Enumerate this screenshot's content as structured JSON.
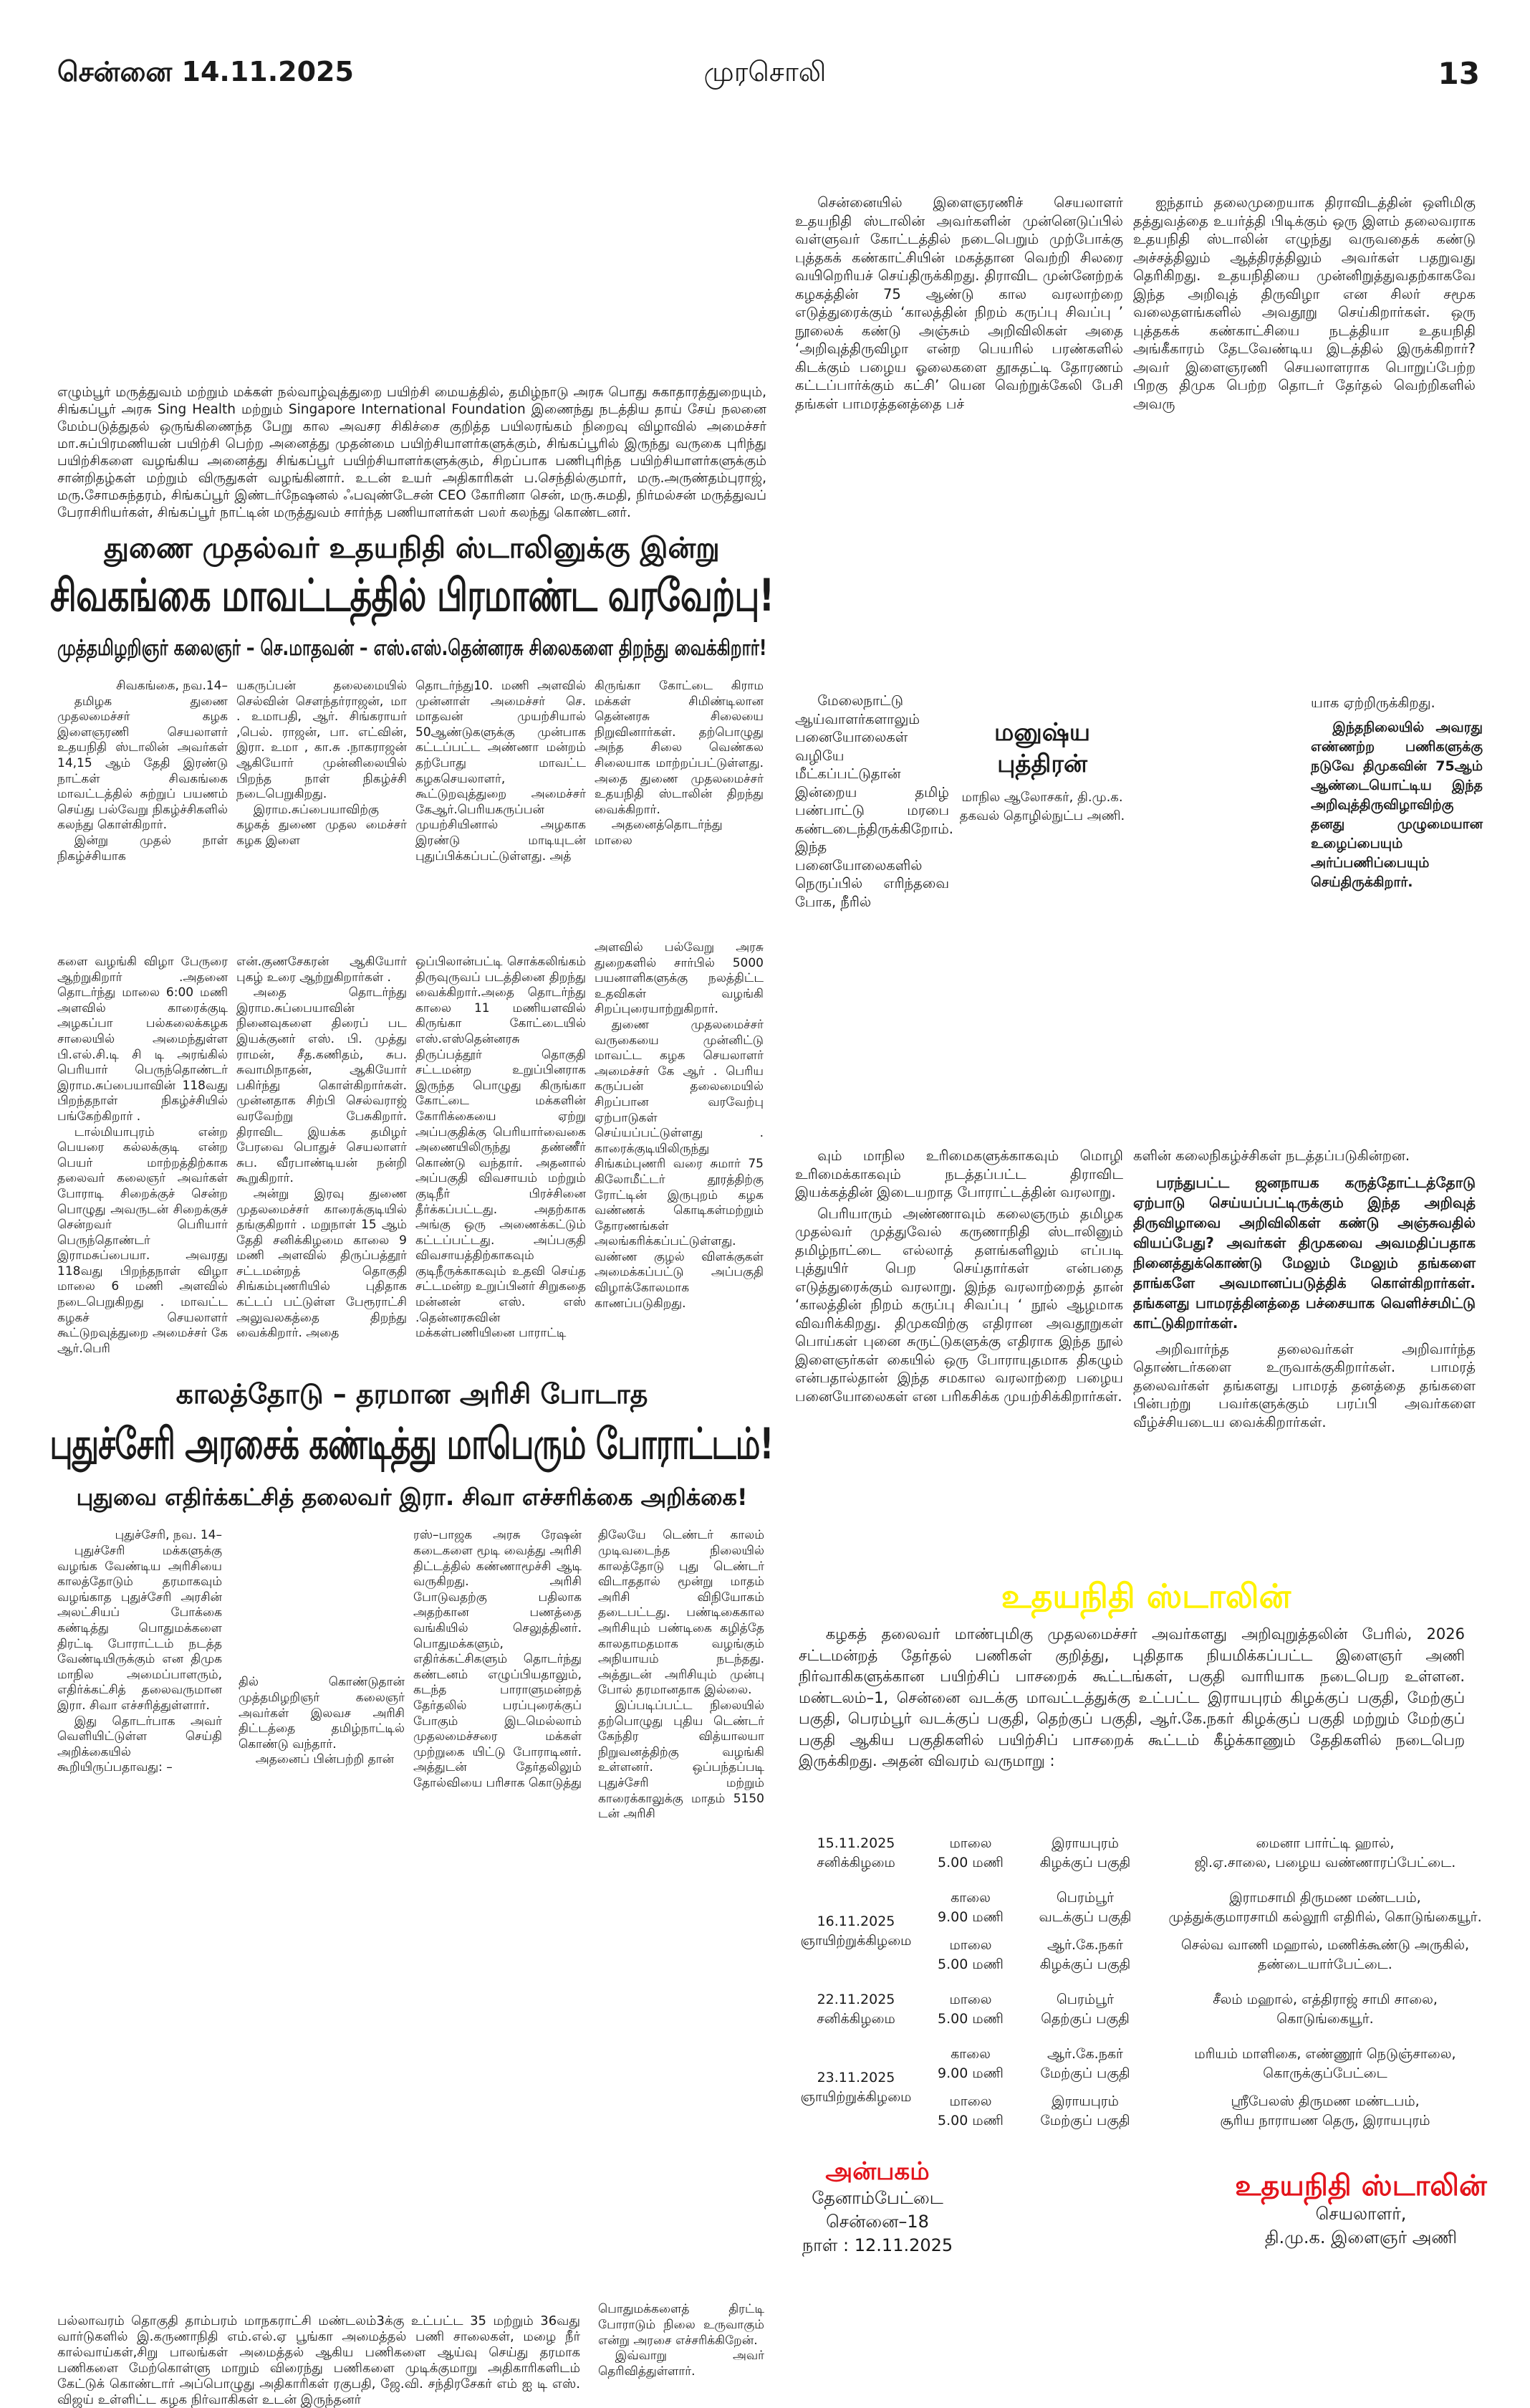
{
  "masthead": {
    "date_line": "சென்னை 14.11.2025",
    "paper_name": "முரசொலி",
    "page_number": "13"
  },
  "photo_caption": "எழும்பூர் மருத்துவம் மற்றும் மக்கள் நல்வாழ்வுத்துறை பயிற்சி மையத்தில், தமிழ்நாடு அரசு பொது சுகாதாரத்துறையும், சிங்கப்பூர் அரசு Sing Health மற்றும் Singapore International Foundation இணைந்து நடத்திய தாய் சேய் நலனை மேம்படுத்துதல் ஒருங்கிணைந்த பேறு கால அவசர சிகிச்சை குறித்த பயிலரங்கம் நிறைவு விழாவில் அமைச்சர் மா.சுப்பிரமணியன் பயிற்சி பெற்ற அனைத்து முதன்மை பயிற்சியாளர்களுக்கும், சிங்கப்பூரில் இருந்து வருகை புரிந்து பயிற்சிகளை வழங்கிய அனைத்து சிங்கப்பூர் பயிற்சியாளர்களுக்கும், சிறப்பாக பணிபுரிந்த பயிற்சியாளர்களுக்கும் சான்றிதழ்கள் மற்றும் விருதுகள் வழங்கினார். உடன் உயர் அதிகாரிகள் ப.செந்தில்குமார், மரு.அருண்தம்புராஜ், மரு.சோமசுந்தரம், சிங்கப்பூர் இண்டர்நேஷனல் ஃபவுண்டேசன் CEO கோரினா சென், மரு.சுமதி, நிர்மல்சன் மருத்துவப் பேராசிரியர்கள், சிங்கப்பூர் நாட்டின் மருத்துவம் சார்ந்த பணியாளர்கள் பலர் கலந்து கொண்டனர்.",
  "story1": {
    "kicker": "துணை முதல்வர் உதயநிதி ஸ்டாலினுக்கு இன்று",
    "headline": "சிவகங்கை மாவட்டத்தில் பிரமாண்ட வரவேற்பு!",
    "subheadline": "முத்தமிழறிஞர் கலைஞர் – செ.மாதவன் – எஸ்.எஸ்.தென்னரசு சிலைகளை திறந்து வைக்கிறார்!",
    "col1_top": [
      "சிவகங்கை, நவ.14–",
      "தமிழக துணை முதலமைச்சர் கழக இளைஞரணி செயலாளர் உதயநிதி ஸ்டாலின் அவர்கள் 14,15 ஆம் தேதி இரண்டு நாட்கள் சிவகங்கை மாவட்டத்தில் சுற்றுப் பயணம் செய்து பல்வேறு நிகழ்ச்சிகளில் கலந்து கொள்கிறார்.",
      "இன்று முதல் நாள் நிகழ்ச்சியாக"
    ],
    "col1_bottom": [
      "களை வழங்கி விழா பேருரை ஆற்றுகிறார் .அதனை தொடர்ந்து மாலை 6:00 மணி அளவில் காரைக்குடி அழகப்பா பல்கலைக்கழக சாலையில் அமைந்துள்ள பி.எல்.சி.டி சி டி அரங்கில் பெரியார் பெருந்தொண்டர் இராம.சுப்பையாவின் 118வது பிறந்தநாள் நிகழ்ச்சியில் பங்கேற்கிறார் .",
      "டால்மியாபுரம் என்ற பெயரை கல்லக்குடி என்ற பெயர் மாற்றத்திற்காக தலைவர் கலைஞர் அவர்கள் போராடி சிறைக்குச் சென்ற பொழுது அவருடன் சிறைக்குச் சென்றவர் பெரியார் பெருந்தொண்டர் இராமசுப்பையா. அவரது 118வது பிறந்தநாள் விழா மாலை 6 மணி அளவில் நடைபெறுகிறது . மாவட்ட கழகச் செயலாளர் கூட்டுறவுத்துறை அமைச்சர் கே ஆர்.பெரி"
    ],
    "col2_top": [
      "யகருப்பன் தலைமையில் செல்வின் சௌந்தர்ராஜன், மா . உமாபதி, ஆர். சிங்கராயர் ,பெல். ராஜன், பா. எட்வின், இரா. உமா , கா.சு .நாகராஜன் ஆகியோர் முன்னிலையில் பிறந்த நாள் நிகழ்ச்சி நடைபெறுகிறது.",
      "இராம.சுப்பையாவிற்கு கழகத் துணை முதல மைச்சர் கழக இளை"
    ],
    "col2_bottom": [
      "என்.குணசேகரன் ஆகியோர் புகழ் உரை ஆற்றுகிறார்கள் .",
      "அதை தொடர்ந்து இராம.சுப்பையாவின் நினைவுகளை திரைப் பட இயக்குனர் எஸ். பி. முத்து ராமன், சீத.கணிதம், சுப. சுவாமிநாதன், ஆகியோர் பகிர்ந்து கொள்கிறார்கள். முன்னதாக சிற்பி செல்வராஜ் வரவேற்று பேசுகிறார். திராவிட இயக்க தமிழர் பேரவை பொதுச் செயலாளர் சுப. வீரபாண்டியன் நன்றி கூறுகிறார்.",
      "அன்று இரவு துணை முதலமைச்சர் காரைக்குடியில் தங்குகிறார் . மறுநாள் 15 ஆம் தேதி சனிக்கிழமை காலை 9 மணி அளவில் திருப்பத்தூர் சட்டமன்றத் தொகுதி சிங்கம்புணரியில் புதிதாக கட்டப் பட்டுள்ள பேரூராட்சி அலுவலகத்தை திறந்து வைக்கிறார். அதை"
    ],
    "col3_top": [
      "தொடர்ந்து10. மணி அளவில் முன்னாள் அமைச்சர் செ. மாதவன் முயற்சியால் 50ஆண்டுகளுக்கு முன்பாக கட்டப்பட்ட அண்ணா மன்றம் தற்போது மாவட்ட கழகசெயலாளர், கூட்டுறவுத்துறை அமைச்சர் கேஆர்.பெரியகருப்பன் முயற்சியினால் அழகாக இரண்டு மாடியுடன் புதுப்பிக்கப்பட்டுள்ளது. அத்"
    ],
    "col3_bottom": [
      "ஒப்பிலான்பட்டி சொக்கலிங்கம் திருவுருவப் படத்தினை திறந்து வைக்கிறார்.அதை தொடர்ந்து காலை 11 மணியளவில் கிருங்கா கோட்டையில் எஸ்.எஸ்தென்னரசு திருப்பத்தூர் தொகுதி சட்டமன்ற உறுப்பினராக இருந்த பொழுது கிருங்கா கோட்டை மக்களின் கோரிக்கையை ஏற்று அப்பகுதிக்கு பெரியார்வைகை அணையிலிருந்து தண்ணீர் கொண்டு வந்தார். அதனால் அப்பகுதி விவசாயம் மற்றும் குடிநீர் பிரச்சினை தீர்க்கப்பட்டது. அதற்காக அங்கு ஒரு அணைக்கட்டும் கட்டப்பட்டது. அப்பகுதி விவசாயத்திற்காகவும் குடிநீருக்காகவும் உதவி செய்த சட்டமன்ற உறுப்பினர் சிறுகதை மன்னன் எஸ். எஸ் .தென்னரசுவின் மக்கள்பணியினை பாராட்டி"
    ],
    "col4_top": [
      "கிருங்கா கோட்டை கிராம மக்கள் சிமிண்டிலான தென்னரசு சிலையை நிறுவினார்கள். தற்பொழுது அந்த சிலை வெண்கல சிலையாக மாற்றப்பட்டுள்ளது. அதை துணை முதலமைச்சர் உதயநிதி ஸ்டாலின் திறந்து வைக்கிறார்.",
      "அதனைத்தொடர்ந்து மாலை"
    ],
    "col4_bottom": [
      "அளவில் பல்வேறு அரசு துறைகளில் சார்பில் 5000 பயனாளிகளுக்கு நலத்திட்ட உதவிகள் வழங்கி சிறப்புரையாற்றுகிறார்.",
      "துணை முதலமைச்சர் வருகையை முன்னிட்டு மாவட்ட கழக செயலாளர் அமைச்சர் கே ஆர் . பெரிய கருப்பன் தலைமையில் சிறப்பான வரவேற்பு ஏற்பாடுகள் செய்யப்பட்டுள்ளது . காரைக்குடியிலிருந்து சிங்கம்புணரி வரை சுமார் 75 கிலோமீட்டர் தூரத்திற்கு ரோட்டின் இருபுறம் கழக வண்ணக் கொடிகள்மற்றும் தோரணங்கள் அலங்கரிக்கப்பட்டுள்ளது. வண்ண குழல் விளக்குகள் அமைக்கப்பட்டு அப்பகுதி விழாக்கோலமாக காணப்படுகிறது."
    ]
  },
  "story2": {
    "kicker": "காலத்தோடு – தரமான அரிசி போடாத",
    "headline": "புதுச்சேரி அரசைக் கண்டித்து மாபெரும் போராட்டம்!",
    "subheadline": "புதுவை எதிர்க்கட்சித் தலைவர் இரா. சிவா எச்சரிக்கை அறிக்கை!",
    "dateline": "புதுச்சேரி, நவ. 14–",
    "col1": [
      "புதுச்சேரி மக்களுக்கு வழங்க வேண்டிய அரிசியை காலத்தோடும் தரமாகவும் வழங்காத புதுச்சேரி அரசின் அலட்சியப் போக்கை கண்டித்து பொதுமக்களை திரட்டி போராட்டம் நடத்த வேண்டியிருக்கும் என திமுக மாநில அமைப்பாளரும், எதிர்க்கட்சித் தலைவருமான இரா. சிவா எச்சரித்துள்ளார்.",
      "இது தொடர்பாக அவர் வெளியிட்டுள்ள செய்தி அறிக்கையில் கூறியிருப்பதாவது: –"
    ],
    "col2": [
      "தில் கொண்டுதான் முத்தமிழறிஞர் கலைஞர் அவர்கள் இலவச அரிசி திட்டத்தை தமிழ்நாட்டில் கொண்டு வந்தார்.",
      "அதனைப் பின்பற்றி தான்"
    ],
    "col3": [
      "ரஸ்–பாஜக அரசு ரேஷன் கடைகளை மூடி வைத்து அரிசி திட்டத்தில் கண்ணாமூச்சி ஆடி வருகிறது. அரிசி போடுவதற்கு பதிலாக அதற்கான பணத்தை வங்கியில் செலுத்தினர். பொதுமக்களும், எதிர்க்கட்சிகளும் தொடர்ந்து கண்டனம் எழுப்பியதாலும், கடந்த பாராளுமன்றத் தேர்தலில் பரப்புரைக்குப் போகும் இடமெல்லாம் முதலமைச்சரை மக்கள் முற்றுகை யிட்டு போராடினர். அத்துடன் தேர்தலிலும் தோல்வியை பரிசாக கொடுத்து"
    ],
    "col4": [
      "திலேயே டெண்டர் காலம் முடிவடைந்த நிலையில் காலத்தோடு புது டெண்டர் விடாததால் மூன்று மாதம் அரிசி விநியோகம் தடைபட்டது. பண்டிகைகால அரிசியும் பண்டிகை கழித்தே காலதாமதமாக வழங்கும் அநியாயம் நடந்தது. அத்துடன் அரிசியும் முன்பு போல் தரமானதாக இல்லை.",
      "இப்படிப்பட்ட நிலையில் தற்பொழுது புதிய டெண்டர் கேந்திர வித்யாலயா நிறுவனத்திற்கு வழங்கி உள்ளனர். ஒப்பந்தப்படி புதுச்சேரி மற்றும் காரைக்காலுக்கு மாதம் 5150 டன் அரிசி"
    ],
    "col4_end": [
      "பொதுமக்களைத் திரட்டி போராடும் நிலை உருவாகும் என்று அரசை எச்சரிக்கிறேன்.",
      "இவ்வாறு அவர் தெரிவித்துள்ளார்."
    ]
  },
  "bottom_caption": "பல்லாவரம் தொகுதி தாம்பரம் மாநகராட்சி மண்டலம்3க்கு உட்பட்ட 35 மற்றும் 36வது வார்டுகளில் இ.கருணாநிதி எம்.எல்.ஏ பூங்கா அமைத்தல் பணி சாலைகள், மழை நீர் கால்வாய்கள்,சிறு பாலங்கள் அமைத்தல் ஆகிய பணிகளை ஆய்வு செய்து தரமாக பணிகளை மேற்கொள்ளு மாறும் விரைந்து பணிகளை முடிக்குமாறு அதிகாரிகளிடம் கேட்டுக் கொண்டார் அப்பொழுது அதிகாரிகள் ரகுபதி, ஜே.வி. சந்திரசேகர் எம் ஐ டி எஸ். விஜய் உள்ளிட்ட கழக நிர்வாகிகள் உடன் இருந்தனர்",
  "article": {
    "colA_top": [
      "சென்னையில் இளைஞரணிச் செயலாளர் உதயநிதி ஸ்டாலின் அவர்களின் முன்னெடுப்பில் வள்ளுவர் கோட்டத்தில் நடைபெறும் முற்போக்கு புத்தகக் கண்காட்சியின் மகத்தான வெற்றி சிலரை வயிறெரியச் செய்திருக்கிறது. திராவிட முன்னேற்றக் கழகத்தின் 75 ஆண்டு கால வரலாற்றை எடுத்துரைக்கும் ‘காலத்தின் நிறம் கருப்பு சிவப்பு ’ நூலைக் கண்டு அஞ்சும் அறிவிலிகள் அதை ‘அறிவுத்திருவிழா என்ற பெயரில் பரண்களில் கிடக்கும் பழைய ஓலைகளை தூசுதட்டி தோரணம் கட்டப்பார்க்கும் கட்சி’ யென வெற்றுக்கேலி பேசி தங்கள் பாமரத்தனத்தை பச்"
    ],
    "colA_narrow": [
      "மேலைநாட்டு ஆய்வாளர்களாலும் பனையோலைகள் வழியே மீட்கப்பட்டுதான் இன்றைய தமிழ் பண்பாட்டு மரபை கண்டடைந்திருக்கிறோம். இந்த பனையோலைகளில் நெருப்பில் எரிந்தவை போக, நீரில்"
    ],
    "colA_bottom": [
      "வும் மாநில உரிமைகளுக்காகவும் மொழி உரிமைக்காகவும் நடத்தப்பட்ட திராவிட இயக்கத்தின் இடையறாத போராட்டத்தின் வரலாறு.",
      "பெரியாரும் அண்ணாவும் கலைஞரும் தமிழக முதல்வர் முத்துவேல் கருணாநிதி ஸ்டாலினும் தமிழ்நாட்டை எல்லாத் தளங்களிலும் எப்படி புத்துயிர் பெற செய்தார்கள் என்பதை எடுத்துரைக்கும் வரலாறு. இந்த வரலாற்றைத் தான் ‘காலத்தின் நிறம் கருப்பு சிவப்பு ‘ நூல் ஆழமாக விவரிக்கிறது. திமுகவிற்கு எதிரான அவதூறுகள் பொய்கள் புனை சுருட்டுகளுக்கு எதிராக இந்த நூல் இளைஞர்கள் கையில் ஒரு போராயுதமாக திகழும் என்பதால்தான் இந்த சமகால வரலாற்றை பழைய பனையோலைகள் என பரிகசிக்க முயற்சிக்கிறார்கள்."
    ],
    "byline": {
      "name": "மனுஷ்ய புத்திரன்",
      "role": "மாநில ஆலோசகர், தி.மு.க.",
      "wing": "தகவல் தொழில்நுட்ப அணி."
    },
    "colB_top": [
      "ஐந்தாம் தலைமுறையாக திராவிடத்தின் ஒளிமிகு தத்துவத்தை உயர்த்தி பிடிக்கும் ஒரு இளம் தலைவராக உதயநிதி ஸ்டாலின் எழுந்து வருவதைக் கண்டு அச்சத்திலும் ஆத்திரத்திலும் அவர்கள் பதறுவது தெரிகிறது. உதயநிதியை முன்னிறுத்துவதற்காகவே இந்த அறிவுத் திருவிழா என சிலர் சமூக வலைதளங்களில் அவதூறு செய்கிறார்கள். ஒரு புத்தகக் கண்காட்சியை நடத்தியா உதயநிதி அங்கீகாரம் தேடவேண்டிய இடத்தில் இருக்கிறார்? அவர் இளைஞரணி செயலாளராக பொறுப்பேற்ற பிறகு திமுக பெற்ற தொடர் தேர்தல் வெற்றிகளில் அவரு"
    ],
    "colB_mid_end": "யாக ஏற்றிருக்கிறது.",
    "colB_bold1": "இந்தநிலையில் அவரது எண்ணற்ற பணிகளுக்கு நடுவே திமுகவின் 75ஆம் ஆண்டையொட்டிய இந்த அறிவுத்திருவிழாவிற்கு தனது முழுமையான உழைப்பையும் அர்ப்பணிப்பையும் செய்திருக்கிறார்.",
    "colB_mid2_end": "களின் கலைநிகழ்ச்சிகள் நடத்தப்படுகின்றன.",
    "colB_bold2": "பரந்துபட்ட ஜனநாயக கருத்தோட்டத்தோடு ஏற்பாடு செய்யப்பட்டிருக்கும் இந்த அறிவுத் திருவிழாவை அறிவிலிகள் கண்டு அஞ்சுவதில் வியப்பேது? அவர்கள் திமுகவை அவமதிப்பதாக நினைத்துக்கொண்டு மேலும் மேலும் தங்களை தாங்களே அவமானப்படுத்திக் கொள்கிறார்கள். தங்களது பாமரத்தினத்தை பச்சையாக வெளிச்சமிட்டு காட்டுகிறார்கள்.",
    "colB_last": "அறிவார்ந்த தலைவர்கள் அறிவார்ந்த தொண்டர்களை உருவாக்குகிறார்கள். பாமரத் தலைவர்கள் தங்களது பாமரத் தனத்தை தங்களை பின்பற்று பவர்களுக்கும் பரப்பி அவர்களை வீழ்ச்சியடைய வைக்கிறார்கள்."
  },
  "notice": {
    "title": "உதயநிதி ஸ்டாலின்",
    "title_color": "#FFF200",
    "body": "கழகத் தலைவர் மாண்புமிகு முதலமைச்சர் அவர்களது அறிவுறுத்தலின் பேரில், 2026 சட்டமன்றத் தேர்தல் பணிகள் குறித்து, புதிதாக நியமிக்கப்பட்ட இளைஞர் அணி நிர்வாகிகளுக்கான பயிற்சிப் பாசறைக் கூட்டங்கள், பகுதி வாரியாக நடைபெற உள்ளன. மண்டலம்–1, சென்னை வடக்கு மாவட்டத்துக்கு உட்பட்ட இராயபுரம் கிழக்குப் பகுதி, மேற்குப் பகுதி, பெரம்பூர் வடக்குப் பகுதி, தெற்குப் பகுதி, ஆர்.கே.நகர் கிழக்குப் பகுதி மற்றும் மேற்குப் பகுதி ஆகிய பகுதிகளில் பயிற்சிப் பாசறைக் கூட்டம் கீழ்க்காணும் தேதிகளில் நடைபெற இருக்கிறது. அதன் விவரம் வருமாறு :",
    "schedule": [
      {
        "date": "15.11.2025",
        "day": "சனிக்கிழமை",
        "sessions": [
          {
            "period": "மாலை",
            "time": "5.00 மணி",
            "area": "இராயபுரம்",
            "part": "கிழக்குப் பகுதி",
            "venue1": "மைனா பார்ட்டி ஹால்,",
            "venue2": "ஜி.ஏ.சாலை, பழைய வண்ணாரப்பேட்டை."
          }
        ]
      },
      {
        "date": "16.11.2025",
        "day": "ஞாயிற்றுக்கிழமை",
        "sessions": [
          {
            "period": "காலை",
            "time": "9.00 மணி",
            "area": "பெரம்பூர்",
            "part": "வடக்குப் பகுதி",
            "venue1": "இராமசாமி திருமண மண்டபம்,",
            "venue2": "முத்துக்குமாரசாமி கல்லூரி எதிரில், கொடுங்கையூர்."
          },
          {
            "period": "மாலை",
            "time": "5.00 மணி",
            "area": "ஆர்.கே.நகர்",
            "part": "கிழக்குப் பகுதி",
            "venue1": "செல்வ வாணி மஹால், மணிக்கூண்டு அருகில்,",
            "venue2": "தண்டையார்பேட்டை."
          }
        ]
      },
      {
        "date": "22.11.2025",
        "day": "சனிக்கிழமை",
        "sessions": [
          {
            "period": "மாலை",
            "time": "5.00 மணி",
            "area": "பெரம்பூர்",
            "part": "தெற்குப் பகுதி",
            "venue1": "சீலம் மஹால், எத்திராஜ் சாமி சாலை,",
            "venue2": "கொடுங்கையூர்."
          }
        ]
      },
      {
        "date": "23.11.2025",
        "day": "ஞாயிற்றுக்கிழமை",
        "sessions": [
          {
            "period": "காலை",
            "time": "9.00 மணி",
            "area": "ஆர்.கே.நகர்",
            "part": "மேற்குப் பகுதி",
            "venue1": "மரியம் மாளிகை, எண்ணூர் நெடுஞ்சாலை,",
            "venue2": "கொருக்குப்பேட்டை"
          },
          {
            "period": "மாலை",
            "time": "5.00 மணி",
            "area": "இராயபுரம்",
            "part": "மேற்குப் பகுதி",
            "venue1": "ஸ்ரீபேலஸ் திருமண மண்டபம்,",
            "venue2": "சூரிய நாராயண தெரு, இராயபுரம்"
          }
        ]
      }
    ],
    "from": {
      "name": "அன்பகம்",
      "line1": "தேனாம்பேட்டை",
      "line2": "சென்னை–18",
      "date": "நாள் : 12.11.2025"
    },
    "signatory": {
      "name": "உதயநிதி ஸ்டாலின்",
      "title": "செயலாளர்,",
      "org": "தி.மு.க. இளைஞர் அணி"
    },
    "accent_color": "#E3141B"
  }
}
